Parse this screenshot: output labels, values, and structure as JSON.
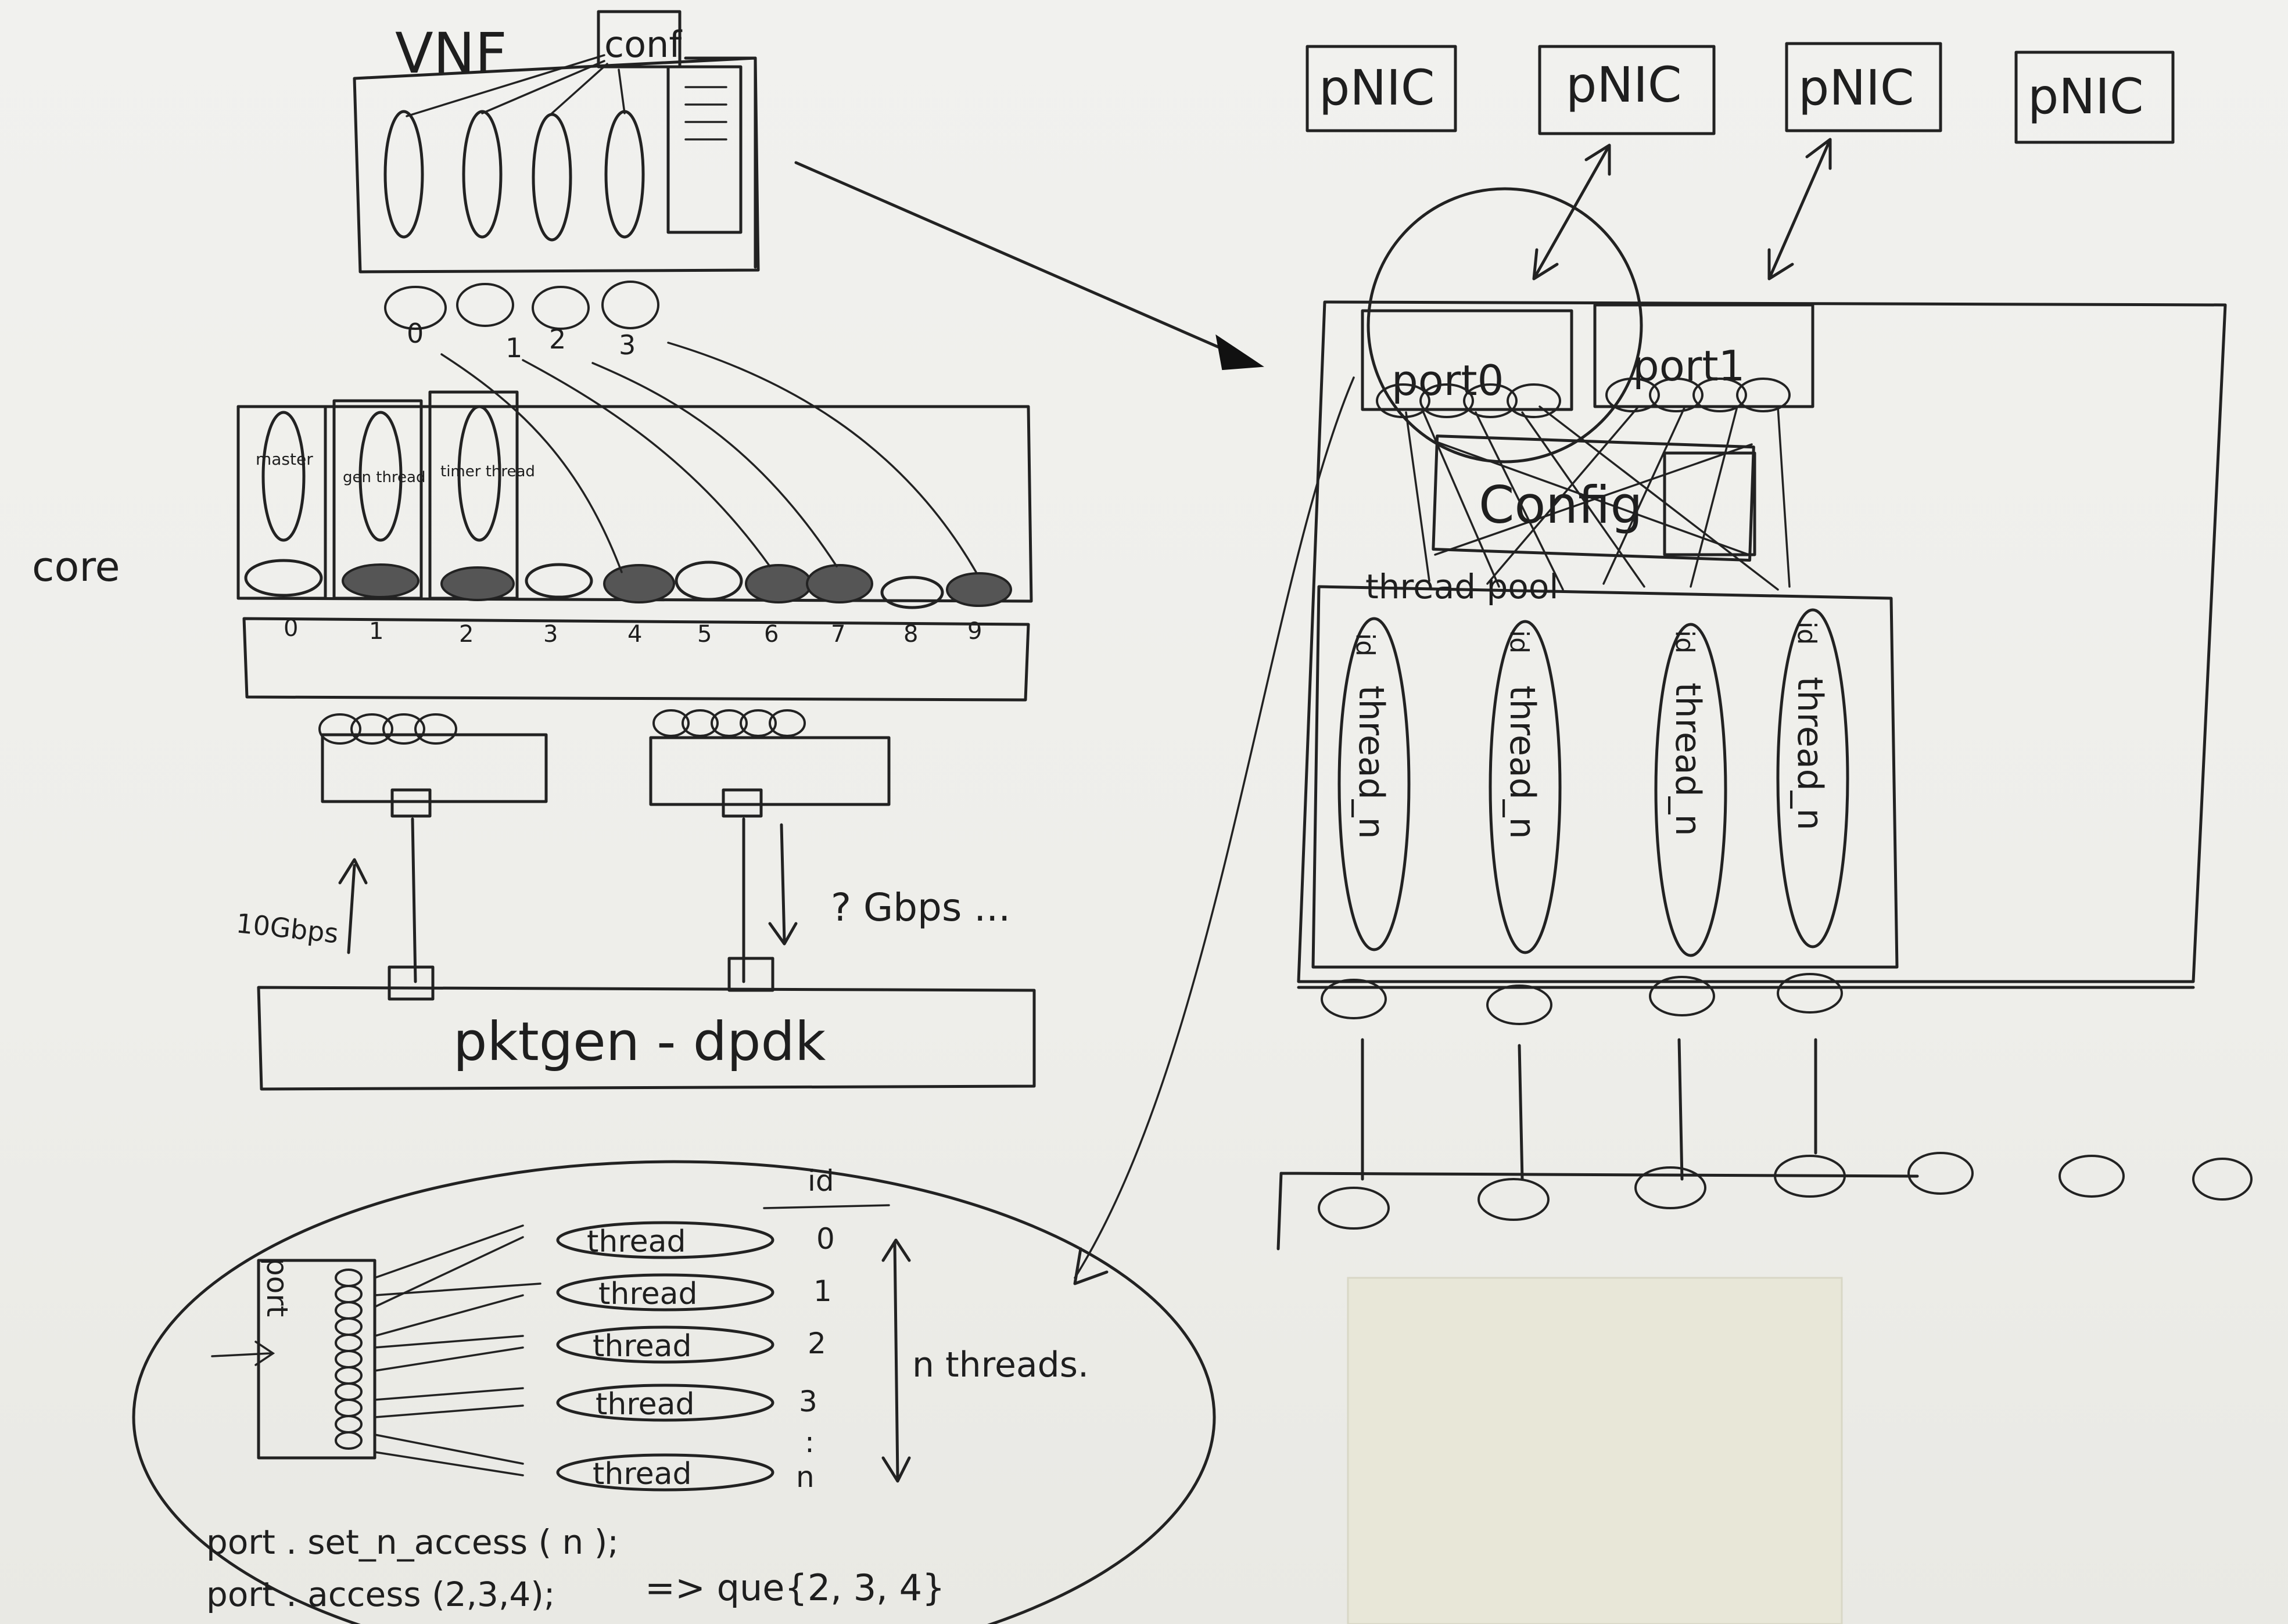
{
  "vnf": {
    "title": "VNF",
    "conf": "conf",
    "queue_ids": [
      "0",
      "1",
      "2",
      "3"
    ]
  },
  "cores": {
    "label": "core",
    "special": [
      "master",
      "gen thread",
      "timer thread"
    ],
    "ids": [
      "0",
      "1",
      "2",
      "3",
      "4",
      "5",
      "6",
      "7",
      "8",
      "9"
    ]
  },
  "traffic": {
    "left_rate": "10Gbps",
    "right_rate": "? Gbps ..."
  },
  "pktgen": {
    "label": "pktgen - dpdk"
  },
  "pnics": [
    "pNIC",
    "pNIC",
    "pNIC",
    "pNIC"
  ],
  "ports": {
    "port0": "port0",
    "port1": "port1",
    "config": "Config"
  },
  "pool": {
    "label": "thread pool",
    "id_tag": "id",
    "threads": [
      "thread_n",
      "thread_n",
      "thread_n",
      "thread_n"
    ]
  },
  "detail": {
    "port": "port",
    "id_header": "id",
    "threads": [
      {
        "label": "thread",
        "id": "0"
      },
      {
        "label": "thread",
        "id": "1"
      },
      {
        "label": "thread",
        "id": "2"
      },
      {
        "label": "thread",
        "id": "3"
      },
      {
        "label": "thread",
        "id": "n"
      }
    ],
    "ellipsis": ":",
    "n_threads": "n threads.",
    "code": [
      "port . set_n_access ( n );",
      "port . access (2,3,4);",
      "=> que{2, 3, 4}"
    ]
  },
  "colors": {
    "ink": "#222222",
    "paper": "#eeeeea",
    "postit": "#e8e7d8"
  }
}
